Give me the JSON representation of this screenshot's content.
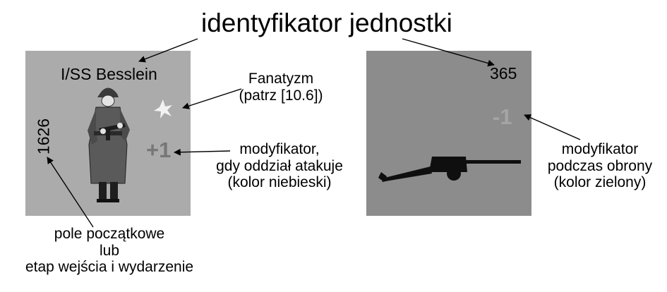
{
  "title": "identyfikator jednostki",
  "left_counter": {
    "unit_name": "I/SS Besslein",
    "start_field": "1626",
    "attack_modifier": "+1",
    "background": "#ababab",
    "figure_icon": "soldier-icon",
    "fanatic_icon": "star-icon"
  },
  "right_counter": {
    "unit_id": "365",
    "defense_modifier": "-1",
    "background": "#8c8c8c",
    "weapon_icon": "anti-tank-gun-icon"
  },
  "labels": {
    "fanaticism": [
      "Fanatyzm",
      "(patrz [10.6])"
    ],
    "attack_modifier": [
      "modyfikator,",
      "gdy oddział atakuje",
      "(kolor niebieski)"
    ],
    "defense_modifier": [
      "modyfikator",
      "podczas obrony",
      "(kolor zielony)"
    ],
    "start_field": [
      "pole początkowe",
      "lub",
      "etap wejścia i wydarzenie"
    ]
  }
}
